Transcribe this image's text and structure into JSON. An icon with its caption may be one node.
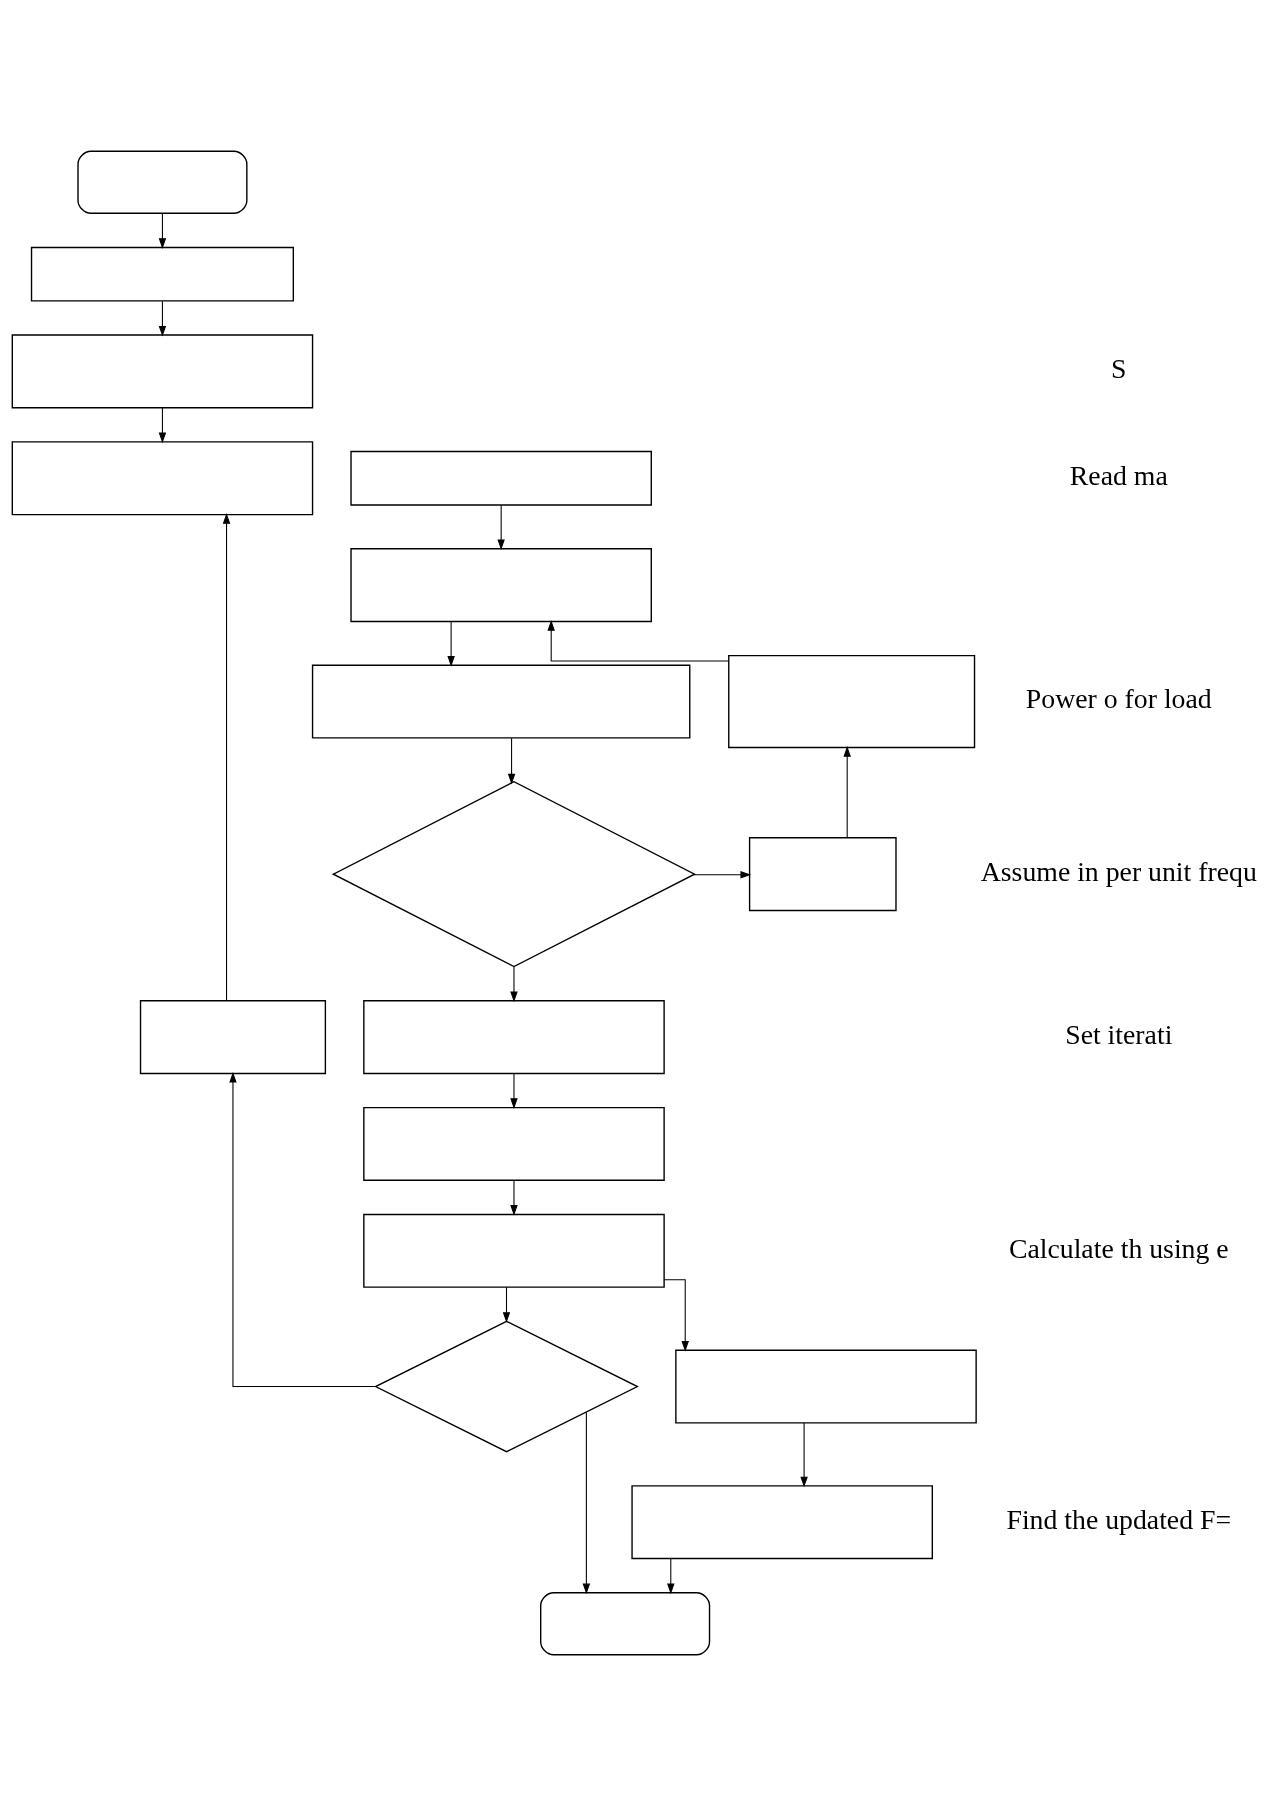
{
  "diagram": {
    "nodes": [
      {
        "text": [],
        "shape": "oval"
      },
      {
        "text": [],
        "shape": "box"
      },
      {
        "text": [],
        "shape": "box"
      },
      {
        "text": [],
        "shape": "box"
      },
      {
        "text": [],
        "shape": "box"
      },
      {
        "text": [],
        "shape": "box"
      },
      {
        "text": [],
        "shape": "box"
      },
      {
        "text": [],
        "shape": "box"
      },
      {
        "text": [],
        "shape": "diamond"
      },
      {
        "text": [],
        "shape": "box"
      },
      {
        "text": [],
        "shape": "box"
      },
      {
        "text": [],
        "shape": "box"
      },
      {
        "text": [],
        "shape": "box"
      },
      {
        "text": [],
        "shape": "box"
      },
      {
        "text": [],
        "shape": "diamond"
      },
      {
        "text": [],
        "shape": "box"
      },
      {
        "text": [],
        "shape": "box"
      },
      {
        "text": [],
        "shape": "oval"
      }
    ],
    "edges": [
      {
        "from": 0,
        "to": 1,
        "arrow": "to"
      },
      {
        "from": 1,
        "to": 2,
        "arrow": "to"
      },
      {
        "from": 2,
        "to": 3,
        "arrow": "to"
      },
      {
        "from": 10,
        "to": 3,
        "arrow": "to"
      },
      {
        "from": 4,
        "to": 5,
        "arrow": "to"
      },
      {
        "from": 6,
        "to": 5,
        "arrow": "to"
      },
      {
        "from": 5,
        "to": 7,
        "arrow": "to"
      },
      {
        "from": 7,
        "to": 8,
        "arrow": "to"
      },
      {
        "from": 8,
        "to": 9,
        "arrow": "to"
      },
      {
        "from": 9,
        "to": 6,
        "arrow": "to"
      },
      {
        "from": 8,
        "to": 11,
        "arrow": "to"
      },
      {
        "from": 11,
        "to": 12,
        "arrow": "to"
      },
      {
        "from": 12,
        "to": 13,
        "arrow": "to"
      },
      {
        "from": 13,
        "to": 15,
        "arrow": "to"
      },
      {
        "from": 13,
        "to": 14,
        "arrow": "to"
      },
      {
        "from": 14,
        "to": 10,
        "arrow": "to"
      },
      {
        "from": 14,
        "to": 17,
        "arrow": "to"
      },
      {
        "from": 15,
        "to": 16,
        "arrow": "to"
      },
      {
        "from": 16,
        "to": 17,
        "arrow": "to"
      }
    ],
    "labels": [
      "S",
      "Read ma",
      "Power o for load",
      "Assume in per unit frequ",
      "Set iterati",
      "Calculate th using e",
      "Find the updated F="
    ]
  }
}
